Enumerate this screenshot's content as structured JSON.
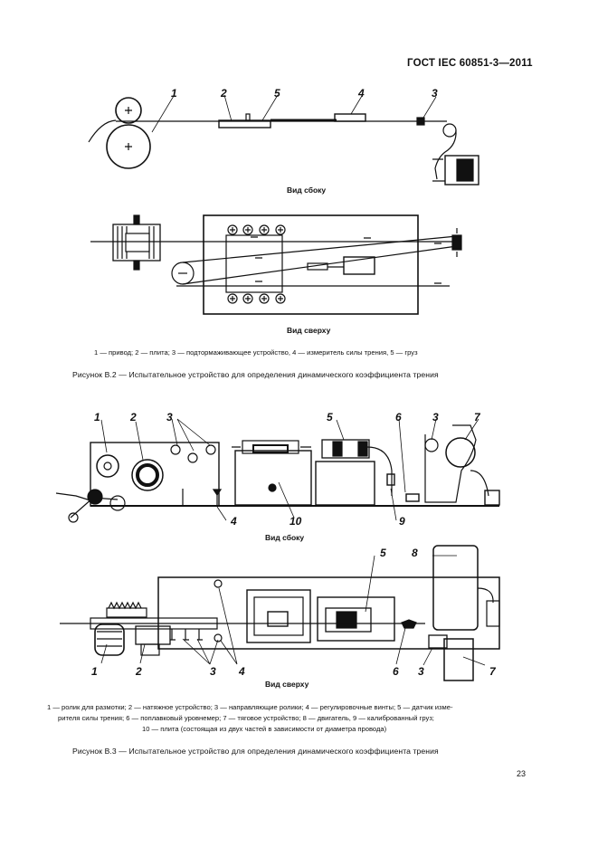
{
  "header": {
    "standard": "ГОСТ IEC 60851-3—2011"
  },
  "figure_b2": {
    "side_view_label": "Вид сбоку",
    "top_view_label": "Вид сверху",
    "numbers": [
      "1",
      "2",
      "5",
      "4",
      "3"
    ],
    "legend": "1 — привод; 2 — плита; 3 — подтормаживающее устройство, 4 — измеритель силы трения, 5 — груз",
    "caption": "Рисунок В.2 — Испытательное устройство для определения динамического коэффициента трения"
  },
  "figure_b3": {
    "side_view_label": "Вид сбоку",
    "top_view_label": "Вид сверху",
    "side_numbers": [
      "1",
      "2",
      "3",
      "5",
      "6",
      "3",
      "7",
      "4",
      "10",
      "9"
    ],
    "top_numbers": [
      "8",
      "5",
      "1",
      "2",
      "3",
      "4",
      "6",
      "3",
      "7"
    ],
    "legend_line1": "1 — ролик для размотки; 2 — натяжное устройство; 3 — направляющие ролики; 4 — регулировочные винты; 5 — датчик изме-",
    "legend_line2": "рителя силы трения; 6 — поплавковый уровнемер; 7 — тяговое устройство; 8 — двигатель, 9 — калиброванный груз;",
    "legend_line3": "10 — плита (состоящая из двух частей в зависимости от диаметра провода)",
    "caption": "Рисунок В.3 — Испытательное устройство для определения динамического коэффициента трения"
  },
  "footer": {
    "page_number": "23"
  }
}
